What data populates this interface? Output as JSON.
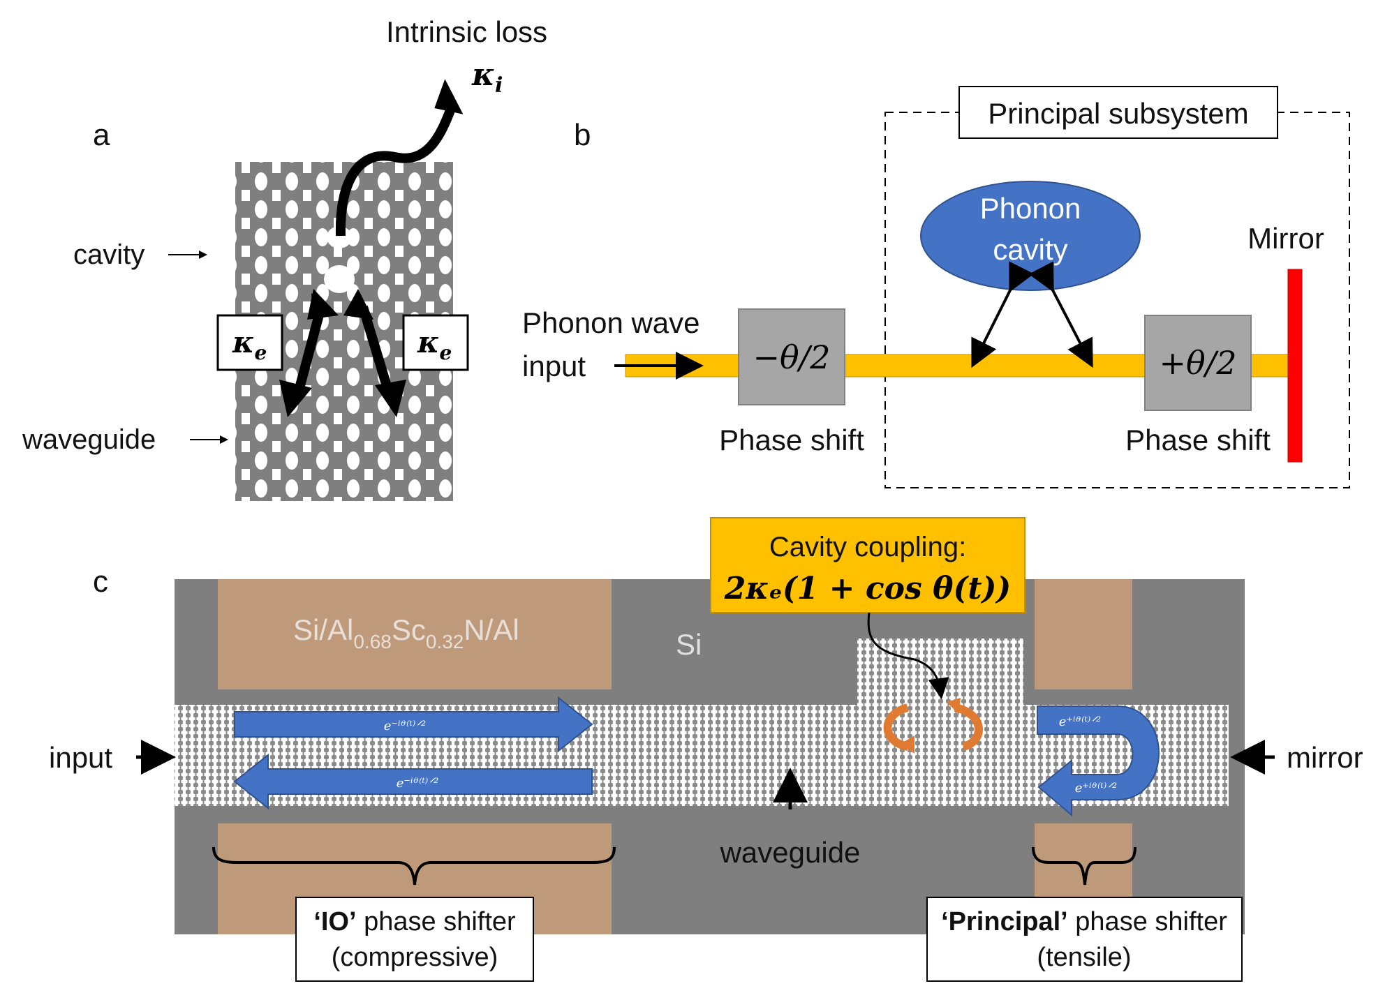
{
  "panel_a": {
    "letter": "a",
    "intrinsic_loss_label": "Intrinsic loss",
    "kappa_i_symbol": "κ",
    "kappa_i_sub": "i",
    "cavity_label": "cavity",
    "waveguide_label": "waveguide",
    "kappa_e_symbol": "κ",
    "kappa_e_sub": "e"
  },
  "panel_b": {
    "letter": "b",
    "principal_subsystem_label": "Principal subsystem",
    "phonon_cavity_line1": "Phonon",
    "phonon_cavity_line2": "cavity",
    "mirror_label": "Mirror",
    "input_line1": "Phonon wave",
    "input_line2": "input",
    "phase_minus": "−θ/2",
    "phase_plus": "+θ/2",
    "phase_shift_label": "Phase shift"
  },
  "panel_c": {
    "letter": "c",
    "material_label_main": "Si/Al",
    "material_sub1": "0.68",
    "material_sc": "Sc",
    "material_sub2": "0.32",
    "material_tail": "N/Al",
    "si_label": "Si",
    "coupling_title": "Cavity coupling:",
    "coupling_formula": "2κₑ(1 + cos θ(t))",
    "input_label": "input",
    "mirror_label": "mirror",
    "waveguide_label": "waveguide",
    "phase_factor_minus": "e⁻ⁱᶿ⁽ᵗ⁾ᐟ²",
    "phase_factor_plus": "e⁺ⁱᶿ⁽ᵗ⁾ᐟ²",
    "io_label_bold": "‘IO’",
    "io_label_rest": " phase shifter",
    "io_sub": "(compressive)",
    "principal_label_bold": "‘Principal’",
    "principal_label_rest": " phase shifter",
    "principal_sub": "(tensile)"
  },
  "colors": {
    "silicon_gray": "#7f7f7f",
    "piezo_tan": "#bf9a7a",
    "waveguide_yellow": "#ffc000",
    "phase_box_gray": "#a6a6a6",
    "cavity_blue": "#4472c4",
    "mirror_red": "#ff0000",
    "coupling_box": "#ffc000",
    "orange_arrow": "#e07a30"
  }
}
